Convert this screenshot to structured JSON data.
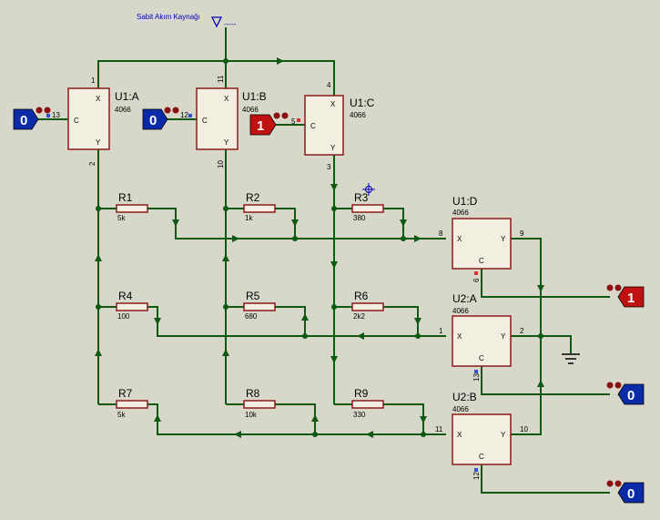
{
  "source_label": "Sabit Akım Kaynağı",
  "source_mark": "-----",
  "switches": [
    {
      "name": "U1:A",
      "part": "4066",
      "x_pin": "1",
      "y_pin": "2",
      "c_label": "C",
      "x_label": "X",
      "y_label": "Y",
      "c_pin": "13"
    },
    {
      "name": "U1:B",
      "part": "4066",
      "x_pin": "11",
      "y_pin": "10",
      "c_label": "C",
      "x_label": "X",
      "y_label": "Y",
      "c_pin": "12"
    },
    {
      "name": "U1:C",
      "part": "4066",
      "x_pin": "4",
      "y_pin": "3",
      "c_label": "C",
      "x_label": "X",
      "y_label": "Y",
      "c_pin": "5"
    },
    {
      "name": "U1:D",
      "part": "4066",
      "x_pin": "8",
      "y_pin": "9",
      "c_label": "C",
      "x_label": "X",
      "y_label": "Y",
      "c_pin": "6"
    },
    {
      "name": "U2:A",
      "part": "4066",
      "x_pin": "1",
      "y_pin": "2",
      "c_label": "C",
      "x_label": "X",
      "y_label": "Y",
      "c_pin": "13"
    },
    {
      "name": "U2:B",
      "part": "4066",
      "x_pin": "11",
      "y_pin": "10",
      "c_label": "C",
      "x_label": "X",
      "y_label": "Y",
      "c_pin": "12"
    }
  ],
  "resistors": [
    {
      "name": "R1",
      "value": "5k"
    },
    {
      "name": "R2",
      "value": "1k"
    },
    {
      "name": "R3",
      "value": "380"
    },
    {
      "name": "R4",
      "value": "100"
    },
    {
      "name": "R5",
      "value": "680"
    },
    {
      "name": "R6",
      "value": "2k2"
    },
    {
      "name": "R7",
      "value": "5k"
    },
    {
      "name": "R8",
      "value": "10k"
    },
    {
      "name": "R9",
      "value": "330"
    }
  ],
  "logic_inputs": [
    {
      "value": "0",
      "color": "#0a2aa8"
    },
    {
      "value": "0",
      "color": "#0a2aa8"
    },
    {
      "value": "1",
      "color": "#c01010"
    },
    {
      "value": "1",
      "color": "#c01010"
    },
    {
      "value": "0",
      "color": "#0a2aa8"
    },
    {
      "value": "0",
      "color": "#0a2aa8"
    }
  ],
  "colors": {
    "wire": "#0e5a12",
    "component_border": "#8b1a1a",
    "component_fill": "#f3efe0",
    "background": "#d8d8ca"
  }
}
